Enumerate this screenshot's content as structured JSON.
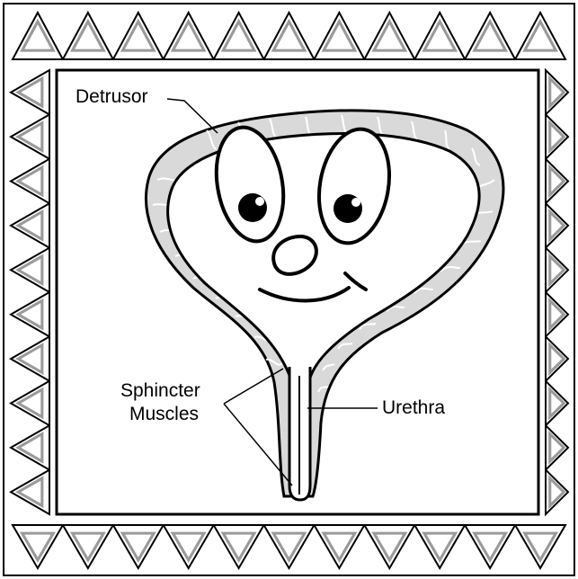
{
  "labels": {
    "detrusor": "Detrusor",
    "sphincter_line1": "Sphincter",
    "sphincter_line2": "Muscles",
    "urethra": "Urethra"
  },
  "colors": {
    "line": "#000000",
    "muscle_fill": "#d9d9d9",
    "muscle_fiber": "#ffffff",
    "background": "#ffffff"
  },
  "decor": {
    "border_pattern": "triangle-zigzag-frame",
    "face": "smiling-bladder-face"
  }
}
